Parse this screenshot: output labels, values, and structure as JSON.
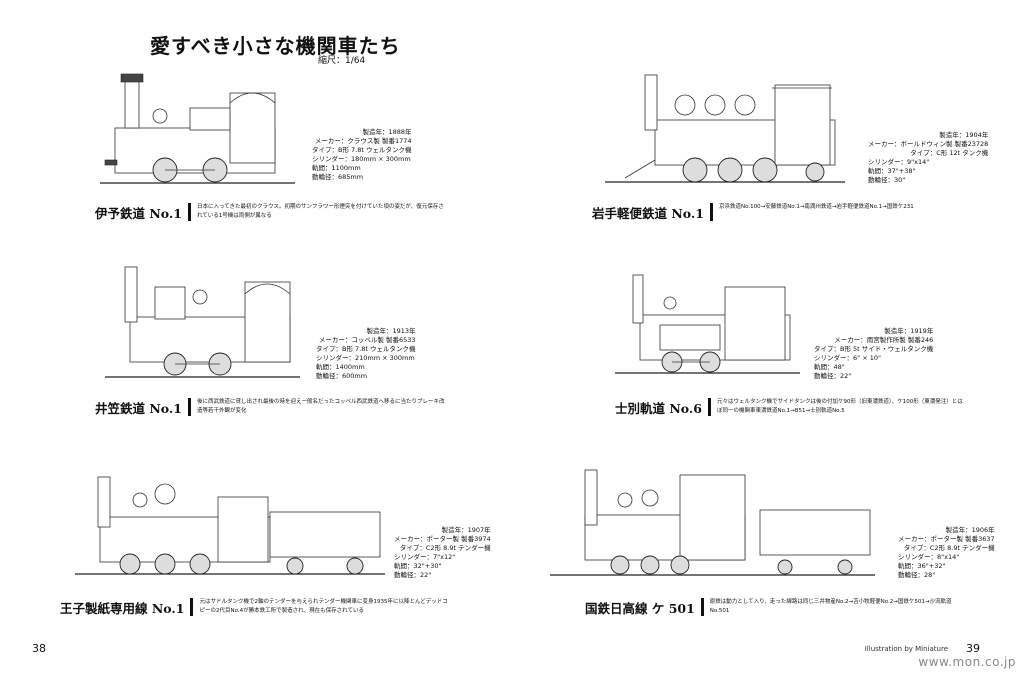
{
  "page": {
    "title": "愛すべき小さな機関車たち",
    "scale": "縮尺：1/64",
    "left_page_number": "38",
    "right_page_number": "39",
    "footer_text": "Illustration by Miniature",
    "watermark": "www.mon.co.jp"
  },
  "locomotives": [
    {
      "name": "伊予鉄道 No.1",
      "specs": [
        "製造年：1888年",
        "メーカー：クラウス製 製番1774",
        "タイプ：B形 7.8t ウェルタンク機",
        "シリンダー：180mm × 300mm",
        "軌間：1100mm",
        "動輪径：685mm"
      ],
      "desc": "日本に入ってきた最初のクラウス。初期のサンフラワー形煙突を付けていた頃の姿だが、復元保存されている1号機は両側が異なる"
    },
    {
      "name": "岩手軽便鉄道 No.1",
      "specs": [
        "製造年：1904年",
        "メーカー：ボールドウィン製 製番23728",
        "タイプ：C形 12t タンク機",
        "シリンダー：9\"x14\"",
        "軌間：37\"+38\"",
        "動輪径：30\""
      ],
      "desc": "京浜鉄道No.100→安藤鉄道No.1→南満州鉄道→岩手軽便鉄道No.1→国鉄ケ231"
    },
    {
      "name": "井笠鉄道 No.1",
      "specs": [
        "製造年：1913年",
        "メーカー：コッペル製 製番6533",
        "タイプ：B形 7.8t ウェルタンク機",
        "シリンダー：210mm × 300mm",
        "軌間：1400mm",
        "動輪径：600mm"
      ],
      "desc": "後に西武鉄道に貸し出され最後の時を迎え一般名だったコッペル西武鉄道へ移るに当たりブレーキ改造等若干外観が変化"
    },
    {
      "name": "士別軌道 No.6",
      "specs": [
        "製造年：1919年",
        "メーカー：雨宮製作所製 製番246",
        "タイプ：B形 5t サイド・ウェルタンク機",
        "シリンダー：6\" × 10\"",
        "軌間：48\"",
        "動輪径：22\""
      ],
      "desc": "元々はウェルタンク機でサイドタンクは後の付加ケ90形（旧東濃鉄道）、ケ100形（東濃発注）とはぼ同一の機関車東濃鉄道No.1→B51→士別軌道No.5"
    },
    {
      "name": "王子製紙専用線 No.1",
      "specs": [
        "製造年：1907年",
        "メーカー：ポーター製 製番3974",
        "タイプ：C2形 8.9t テンダー機",
        "シリンダー：7\"x12\"",
        "軌間：32\"+30\"",
        "動輪径：22\""
      ],
      "desc": "元はサドルタンク機で2軸のテンダーを与えられテンダー機関車に変身1935年に以降とんどデッドコピーの2代目No.4が勝本鉄工所で製造され、現在も保存されている"
    },
    {
      "name": "国鉄日高線 ケ 501",
      "specs": [
        "製造年：1906年",
        "メーカー：ポーター製 製番3637",
        "タイプ：C2形 8.9t テンダー機",
        "シリンダー：8\"x14\"",
        "軌間：36\"+32\"",
        "動輪径：28\""
      ],
      "desc": "原鉄は動力として入り、走った線路は同じ三井物産No.2→苫小牧軽便No.2→国鉄ケ501→沙流軌道No.501"
    }
  ]
}
